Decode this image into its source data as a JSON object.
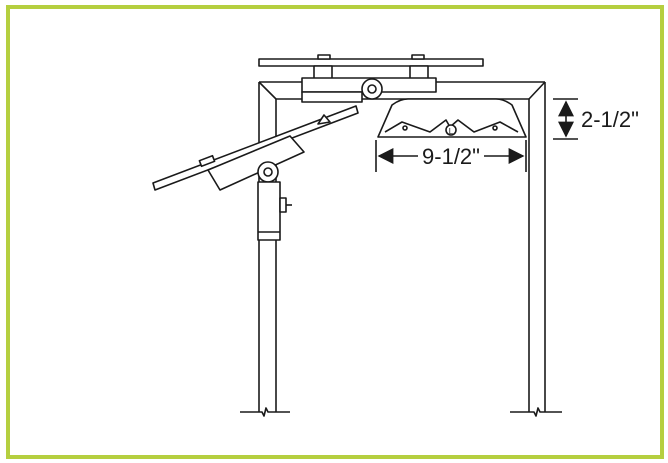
{
  "colors": {
    "border": "#b5cf3f",
    "line": "#1a1a1a",
    "background": "#ffffff"
  },
  "dimensions": {
    "height_label": "2-1/2\"",
    "width_label": "9-1/2\""
  },
  "fixture": {
    "center_marker": "L"
  }
}
